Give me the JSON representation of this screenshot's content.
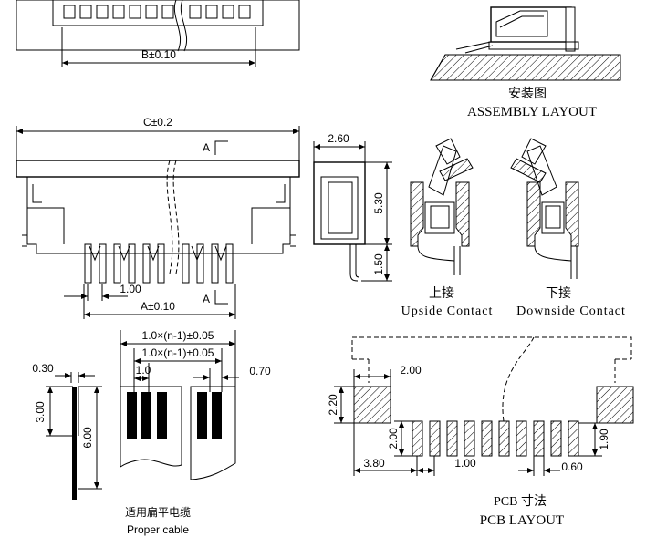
{
  "top_view": {
    "dim_b": "B±0.10"
  },
  "assembly": {
    "title_cn": "安装图",
    "title_en": "ASSEMBLY  LAYOUT"
  },
  "front_view": {
    "dim_c": "C±0.2",
    "dim_a": "A±0.10",
    "pitch": "1.00",
    "section_mark": "A"
  },
  "side_view": {
    "width": "2.60",
    "height": "5.30",
    "lead": "1.50"
  },
  "contacts": {
    "upside_cn": "上接",
    "upside_en": "Upside  Contact",
    "downside_cn": "下接",
    "downside_en": "Downside  Contact"
  },
  "cable": {
    "dim_outer": "1.0×(n-1)±0.05",
    "dim_inner": "1.0×(n-1)±0.05",
    "pitch": "1.0",
    "conductor": "0.70",
    "thickness": "0.30",
    "stiffener": "3.00",
    "length": "6.00",
    "title_cn": "适用扁平电缆",
    "title_en": "Proper    cable"
  },
  "pcb": {
    "mount_width": "2.00",
    "mount_height": "2.20",
    "pad_height": "2.00",
    "pad_pitch": "1.00",
    "edge": "3.80",
    "pad_width": "0.60",
    "row_offset": "1.90",
    "title_cn": "PCB 寸法",
    "title_en": "PCB LAYOUT"
  }
}
